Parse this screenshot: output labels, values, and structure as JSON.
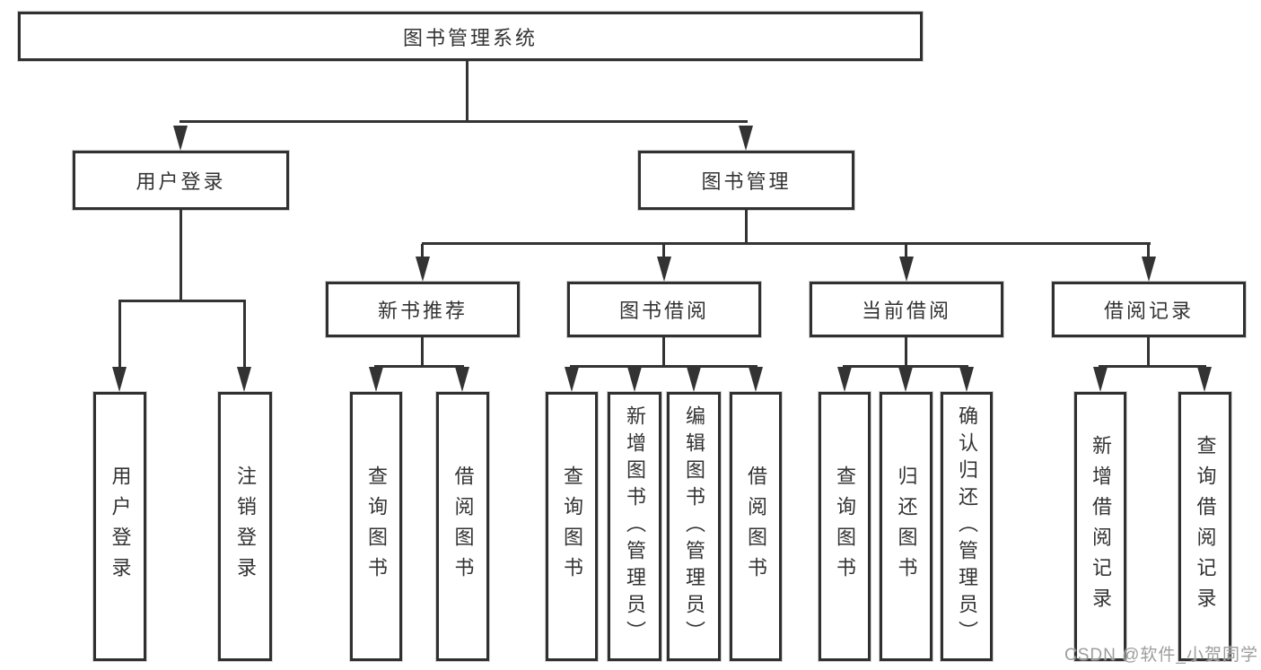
{
  "tree": {
    "root": "图书管理系统",
    "branches": [
      {
        "label": "用户登录",
        "children": [
          "用户登录",
          "注销登录"
        ]
      },
      {
        "label": "图书管理",
        "groups": [
          {
            "label": "新书推荐",
            "children": [
              "查询图书",
              "借阅图书"
            ]
          },
          {
            "label": "图书借阅",
            "children": [
              "查询图书",
              "新增图书（管理员）",
              "编辑图书（管理员）",
              "借阅图书"
            ]
          },
          {
            "label": "当前借阅",
            "children": [
              "查询图书",
              "归还图书",
              "确认归还（管理员）"
            ]
          },
          {
            "label": "借阅记录",
            "children": [
              "新增借阅记录",
              "查询借阅记录"
            ]
          }
        ]
      }
    ]
  },
  "watermark": "CSDN @软件_小贺同学",
  "colors": {
    "line": "#333333",
    "box_border": "#303030",
    "text": "#333333",
    "background": "#ffffff",
    "watermark_text": "#9d9d9d"
  }
}
